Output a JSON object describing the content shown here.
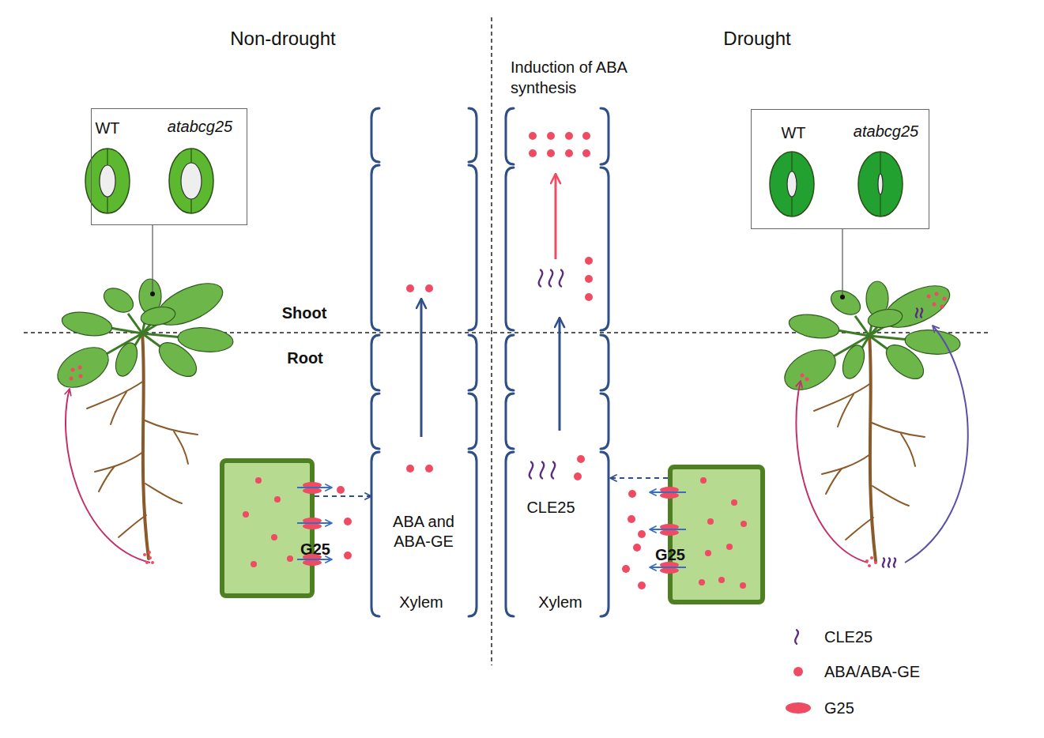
{
  "diagram": {
    "nodes": [
      {
        "text": [
          "WT",
          "atabcg25"
        ]
      },
      {
        "text": [
          "ABA and ABA-GE",
          "Xylem"
        ]
      },
      {
        "text": [
          "CLE25",
          "Xylem"
        ]
      },
      {
        "text": [
          "WT",
          "atabcg25"
        ]
      },
      {
        "text": [
          "G25"
        ]
      },
      {
        "text": [
          "G25"
        ]
      }
    ],
    "edges": [
      {
        "from": 4,
        "to": 1,
        "arrow": "to"
      },
      {
        "from": 5,
        "to": 2,
        "arrow": "to"
      }
    ],
    "labels": [
      "Non-drought",
      "Drought",
      "Induction of ABA synthesis",
      "Shoot",
      "Root"
    ],
    "legend": [
      {
        "text": "CLE25"
      },
      {
        "text": "ABA/ABA-GE",
        "color": "#ef4b63"
      },
      {
        "text": "G25",
        "color": "#ef4b63"
      }
    ]
  }
}
